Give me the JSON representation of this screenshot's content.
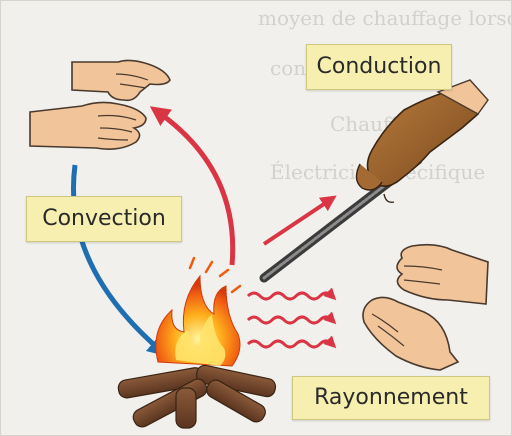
{
  "labels": {
    "conduction": "Conduction",
    "convection": "Convection",
    "rayonnement": "Rayonnement"
  },
  "background_text": [
    "moyen de chauffage lorsque la",
    "consomm",
    "Chauffage",
    "Électricité spécifique"
  ],
  "colors": {
    "convection_up_arrow": "#d93545",
    "convection_down_arrow": "#1f6fb0",
    "conduction_arrow": "#d93545",
    "radiation_waves": "#d93545",
    "label_fill": "#f6efb0"
  }
}
